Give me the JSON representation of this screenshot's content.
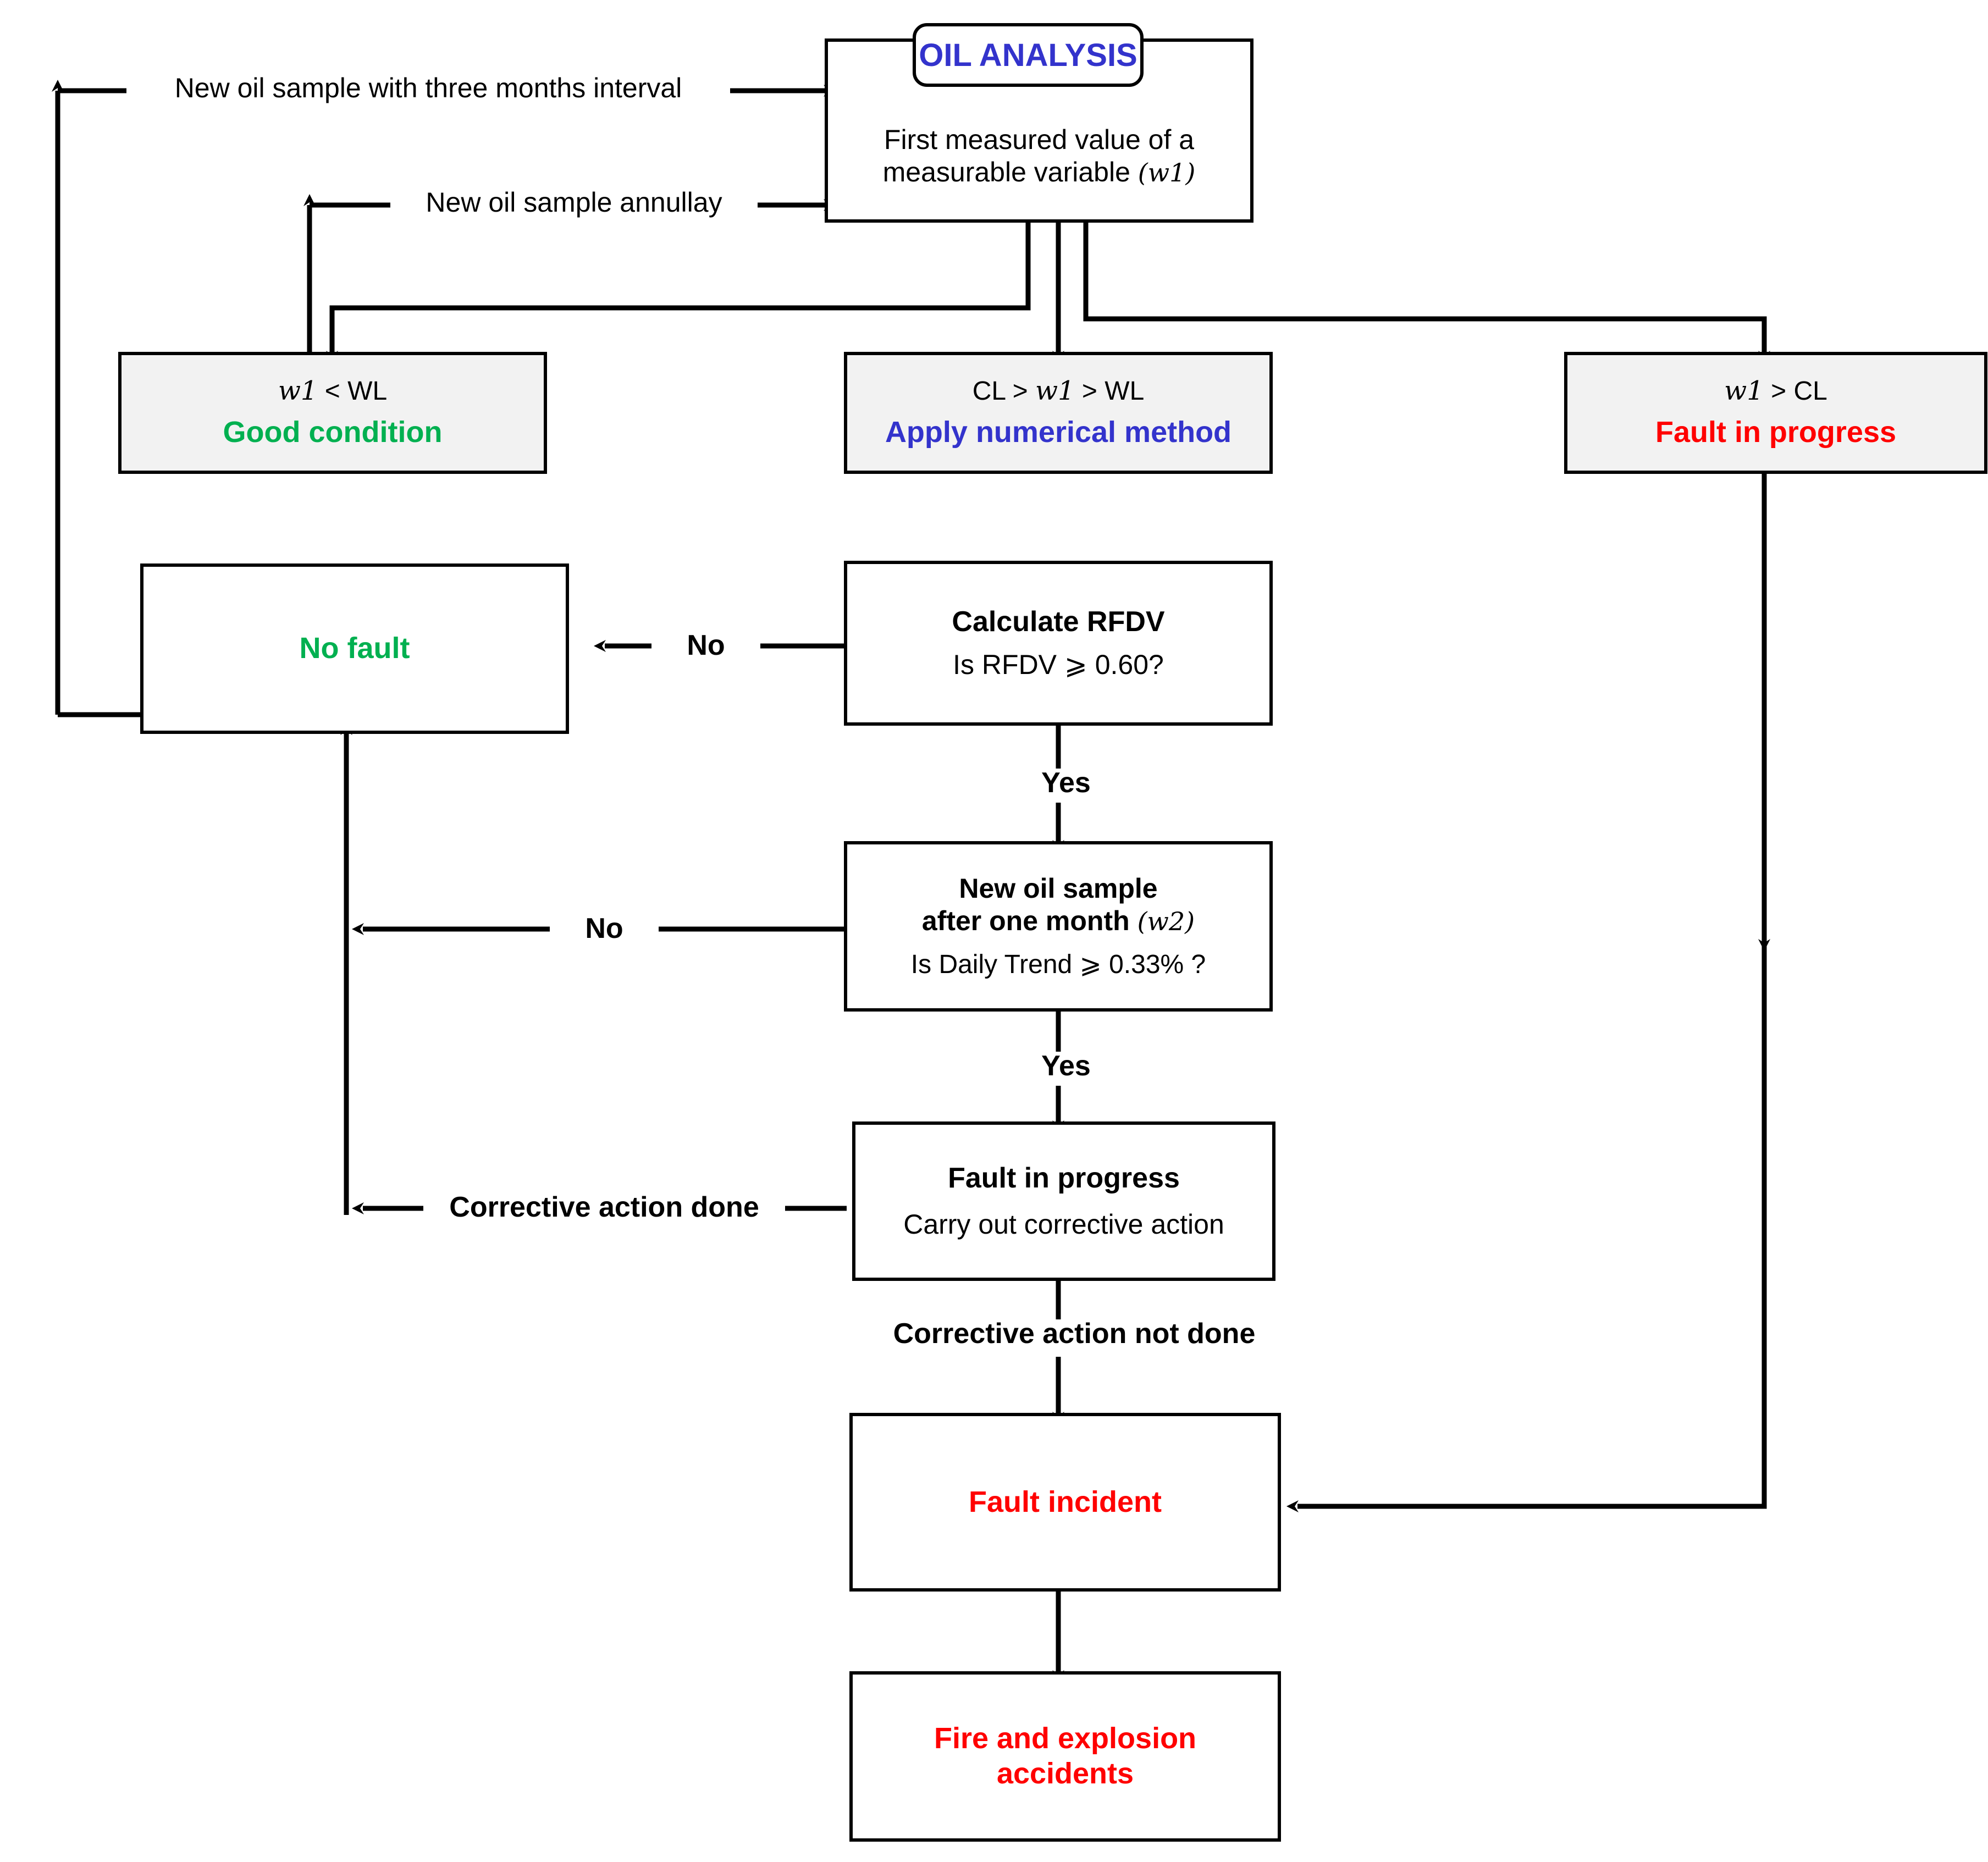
{
  "diagram": {
    "title": "Oil analysis condition-monitoring decision flowchart",
    "type": "flowchart",
    "colors": {
      "good": "#00b050",
      "method": "#3333cc",
      "fault": "#ff0000",
      "box_fill_shaded": "#f2f2f2",
      "box_fill_plain": "#ffffff",
      "line": "#000000"
    }
  },
  "nodes": {
    "start_pill": {
      "label": "OIL ANALYSIS"
    },
    "start_box": {
      "line1": "First measured value of a",
      "line2": "measurable variable",
      "variable": "(w1)"
    },
    "good_condition": {
      "condition_var": "w1",
      "condition_rest": " < WL",
      "status": "Good condition"
    },
    "apply_numerical": {
      "condition_pre": "CL  > ",
      "condition_var": "w1",
      "condition_post": " > WL",
      "status": "Apply numerical method"
    },
    "fault_in_progress_top": {
      "condition_var": "w1",
      "condition_rest": " > CL",
      "status": "Fault in progress"
    },
    "no_fault": {
      "label": "No fault"
    },
    "calculate_rfdv": {
      "line1": "Calculate RFDV",
      "line2": "Is RFDV  ⩾  0.60?"
    },
    "new_oil_sample_month": {
      "line1": "New oil sample",
      "line2": "after one month",
      "variable": "(w2)",
      "line3": "Is Daily Trend ⩾ 0.33% ?"
    },
    "fault_corrective": {
      "line1": "Fault in progress",
      "line2": "Carry out corrective action"
    },
    "fault_incident": {
      "label": "Fault incident"
    },
    "fire_explosion": {
      "line1": "Fire and explosion",
      "line2": "accidents"
    }
  },
  "edge_labels": {
    "three_months": "New oil sample  with three months interval",
    "annually": "New oil sample annullay",
    "rfdv_no": "No",
    "rfdv_yes": "Yes",
    "trend_no": "No",
    "trend_yes": "Yes",
    "corrective_done": "Corrective action done",
    "corrective_not_done": "Corrective action not done"
  }
}
